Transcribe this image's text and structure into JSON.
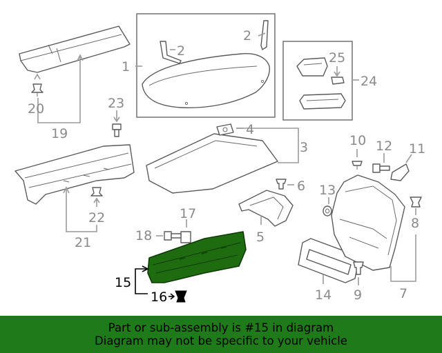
{
  "callouts": {
    "c1": "1",
    "c2a": "2",
    "c2b": "2",
    "c3": "3",
    "c4": "4",
    "c5": "5",
    "c6": "6",
    "c7": "7",
    "c8": "8",
    "c9": "9",
    "c10": "10",
    "c11": "11",
    "c12": "12",
    "c13": "13",
    "c14": "14",
    "c15": "15",
    "c16": "16",
    "c17": "17",
    "c18": "18",
    "c19": "19",
    "c20": "20",
    "c21": "21",
    "c22": "22",
    "c23": "23",
    "c24": "24",
    "c25": "25"
  },
  "highlight": {
    "part_color": "#1f6b10",
    "banner_color": "#1f7a1a"
  },
  "banner": {
    "line1": "Part or sub-assembly is #15 in diagram",
    "line2": "Diagram may not be specific to your vehicle"
  }
}
